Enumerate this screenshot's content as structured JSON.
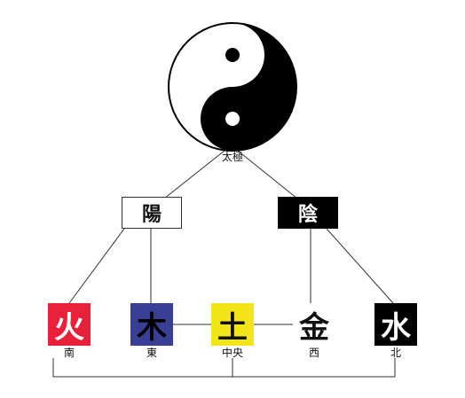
{
  "top": {
    "label": "太極"
  },
  "polarities": [
    {
      "key": "yang",
      "label": "陽",
      "bg": "#ffffff",
      "fg": "#111111"
    },
    {
      "key": "yin",
      "label": "陰",
      "bg": "#000000",
      "fg": "#ffffff"
    }
  ],
  "elements": [
    {
      "key": "fire",
      "char": "火",
      "direction": "南",
      "bg": "#e8203a",
      "fg": "#ffffff"
    },
    {
      "key": "wood",
      "char": "木",
      "direction": "東",
      "bg": "#3a3f96",
      "fg": "#000000"
    },
    {
      "key": "earth",
      "char": "土",
      "direction": "中央",
      "bg": "#f2e51a",
      "fg": "#111111"
    },
    {
      "key": "metal",
      "char": "金",
      "direction": "西",
      "bg": "#ffffff",
      "fg": "#111111"
    },
    {
      "key": "water",
      "char": "水",
      "direction": "北",
      "bg": "#000000",
      "fg": "#ffffff"
    }
  ]
}
